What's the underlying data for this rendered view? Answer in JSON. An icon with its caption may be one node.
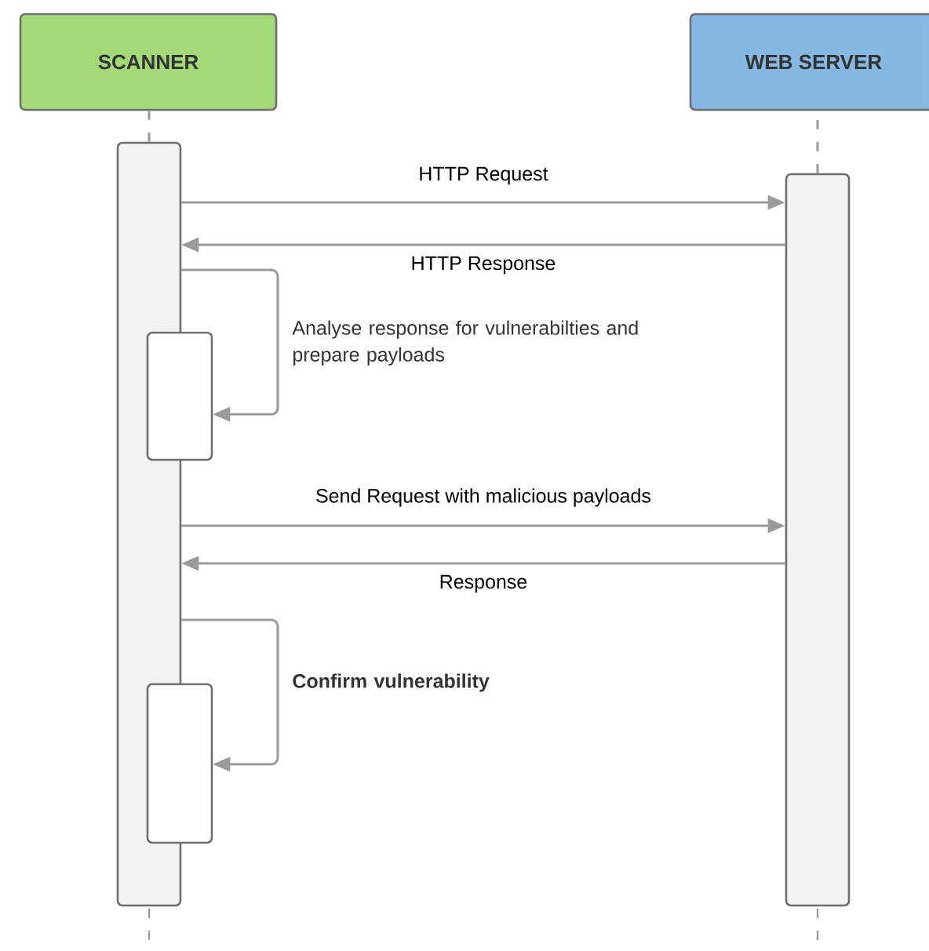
{
  "diagram": {
    "nodes": [
      {
        "text": [
          "SCANNER"
        ]
      },
      {
        "text": [
          "WEB SERVER"
        ]
      },
      {
        "text": [],
        "shape": "box"
      },
      {
        "text": [],
        "shape": "box"
      },
      {
        "text": [],
        "shape": "box"
      },
      {
        "text": [],
        "shape": "box"
      }
    ],
    "edges": [
      {
        "from": 0,
        "to": 2,
        "arrow": "none",
        "style": "dashed"
      },
      {
        "from": 1,
        "to": 3,
        "arrow": "none",
        "style": "dashed"
      },
      {
        "from": 2,
        "to": 3,
        "arrow": "to",
        "label": "HTTP Request"
      },
      {
        "from": 3,
        "to": 2,
        "arrow": "to",
        "label": "HTTP Response"
      },
      {
        "from": 2,
        "to": 4,
        "arrow": "to",
        "label": "Analyse response for vulnerabilties and prepare payloads"
      },
      {
        "from": 2,
        "to": 3,
        "arrow": "to",
        "label": "Send Request with malicious payloads"
      },
      {
        "from": 3,
        "to": 2,
        "arrow": "to",
        "label": "Response"
      },
      {
        "from": 2,
        "to": 5,
        "arrow": "to",
        "label": "Confirm vulnerability"
      }
    ]
  }
}
